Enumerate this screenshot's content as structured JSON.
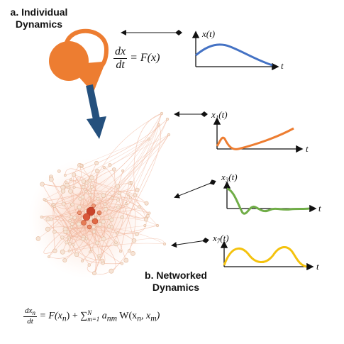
{
  "section_a": {
    "line1": "a. Individual",
    "line2": "Dynamics"
  },
  "section_b": {
    "line1": "b. Networked",
    "line2": "Dynamics"
  },
  "equation_a": {
    "num": "dx",
    "den": "dt",
    "rhs": "= F(x)"
  },
  "equation_b": {
    "num": "dx",
    "num_sub": "n",
    "den": "dt",
    "rhs_part1": "= F(x",
    "rhs_sub1": "n",
    "rhs_part2": ") + ∑",
    "sum_sub": "m=1",
    "sum_sup": "N",
    "rhs_part3": " a",
    "a_sub": "nm",
    "rhs_part4": " W(x",
    "rhs_sub2": "n",
    "rhs_part5": ", x",
    "rhs_sub3": "m",
    "rhs_part6": ")"
  },
  "plots": [
    {
      "ylabel": "x(t)",
      "xlabel": "t",
      "color": "#4472c4"
    },
    {
      "ylabel": "x",
      "ysub": "1",
      "ytail": "(t)",
      "xlabel": "t",
      "color": "#ed7d31"
    },
    {
      "ylabel": "x",
      "ysub": "3",
      "ytail": "(t)",
      "xlabel": "t",
      "color": "#70ad47"
    },
    {
      "ylabel": "x",
      "ysub": "7",
      "ytail": "(t)",
      "xlabel": "t",
      "color": "#f4c20d"
    }
  ],
  "colors": {
    "node_orange": "#ed7d31",
    "arrow_blue": "#24507d",
    "network_edge": "#f0b49a",
    "connector": "#111111"
  }
}
